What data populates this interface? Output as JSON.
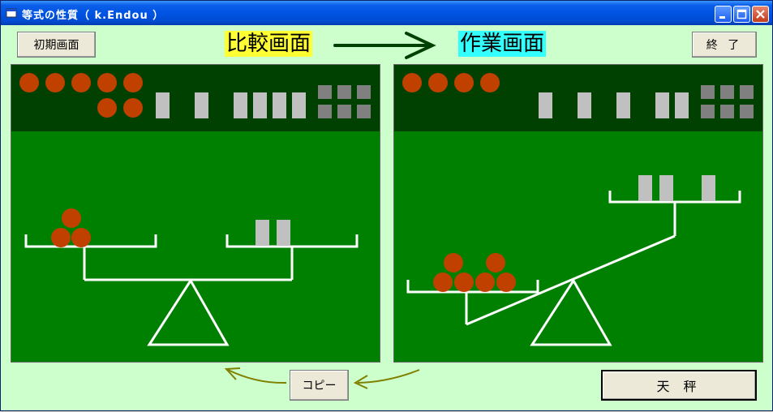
{
  "window": {
    "title": "等式の性質（ k.Endou ）"
  },
  "buttons": {
    "reset_label": "初期画面",
    "end_label": "終 了",
    "copy_label": "コピー",
    "balance_label": "天 秤"
  },
  "headings": {
    "compare": "比較画面",
    "work": "作業画面"
  },
  "colors": {
    "background": "#ccffcc",
    "panel": "#008000",
    "tray": "#004000",
    "ball": "#c04000",
    "block": "#c0c0c0",
    "compare_highlight": "#ffff33",
    "work_highlight": "#33ffff",
    "arrow_dark": "#004000",
    "arrow_olive": "#808000"
  },
  "compare_panel": {
    "tray_balls": 7,
    "tray_blocks": 6,
    "tray_grid_squares": 6,
    "left_pan_balls": 3,
    "right_pan_blocks": 2,
    "tilt": "level"
  },
  "work_panel": {
    "tray_balls": 4,
    "tray_blocks": 5,
    "tray_grid_squares": 6,
    "left_pan_balls": 6,
    "right_pan_blocks": 3,
    "tilt": "left-down"
  }
}
